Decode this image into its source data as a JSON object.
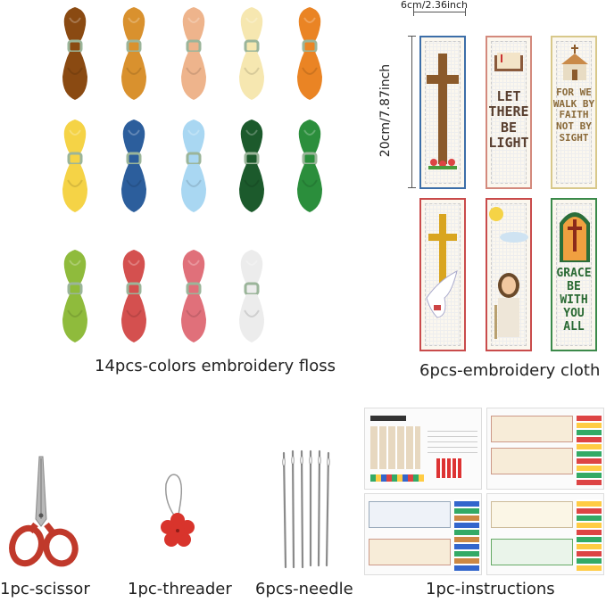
{
  "captions": {
    "floss": "14pcs-colors embroidery floss",
    "cloth": "6pcs-embroidery cloth",
    "scissor": "1pc-scissor",
    "threader": "1pc-threader",
    "needle": "6pcs-needle",
    "instructions": "1pc-instructions"
  },
  "dimensions": {
    "width": "6cm/2.36inch",
    "height": "20cm/7.87inch"
  },
  "floss_colors": [
    "#8a4a12",
    "#d9912e",
    "#eeb48c",
    "#f6e7b0",
    "#ea8424",
    "#f5d346",
    "#2c5e9c",
    "#a9d7f2",
    "#1c5a2c",
    "#2b8e3c",
    "#8fbb3c",
    "#d4504f",
    "#e0707a",
    "#ececec"
  ],
  "bookmarks": [
    {
      "text": ""
    },
    {
      "text": "LET THERE BE LIGHT"
    },
    {
      "text": "FOR WE WALK BY FAITH NOT BY SIGHT"
    },
    {
      "text": ""
    },
    {
      "text": ""
    },
    {
      "text": "GRACE BE WITH YOU ALL"
    }
  ]
}
